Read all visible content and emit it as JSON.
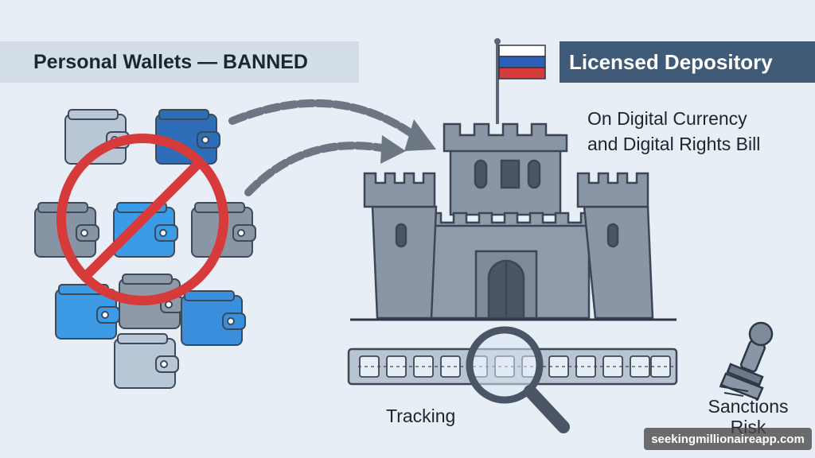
{
  "labels": {
    "personal_wallets": "Personal Wallets — BANNED",
    "licensed_depository": "Licensed Depository",
    "bill_line1": "On Digital Currency",
    "bill_line2": "and Digital Rights Bill",
    "tracking": "Tracking",
    "sanctions_line1": "Sanctions",
    "sanctions_line2": "Risk",
    "watermark": "seekingmillionaireapp.com"
  },
  "icons": {
    "wallets": "wallet-icon",
    "ban": "prohibited-sign-icon",
    "chains": "chain-arrow-icon",
    "castle": "castle-icon",
    "flag": "russian-flag-icon",
    "ledger": "blockchain-ledger-icon",
    "magnifier": "magnifying-glass-icon",
    "stamp": "rubber-stamp-icon"
  },
  "colors": {
    "background": "#e8eef5",
    "ban_red": "#d63a3a",
    "castle_grey": "#8a96a6",
    "header_dark": "#3f5a77",
    "wallet_blue": "#3a8fdc",
    "wallet_grey": "#9aa6b4"
  }
}
